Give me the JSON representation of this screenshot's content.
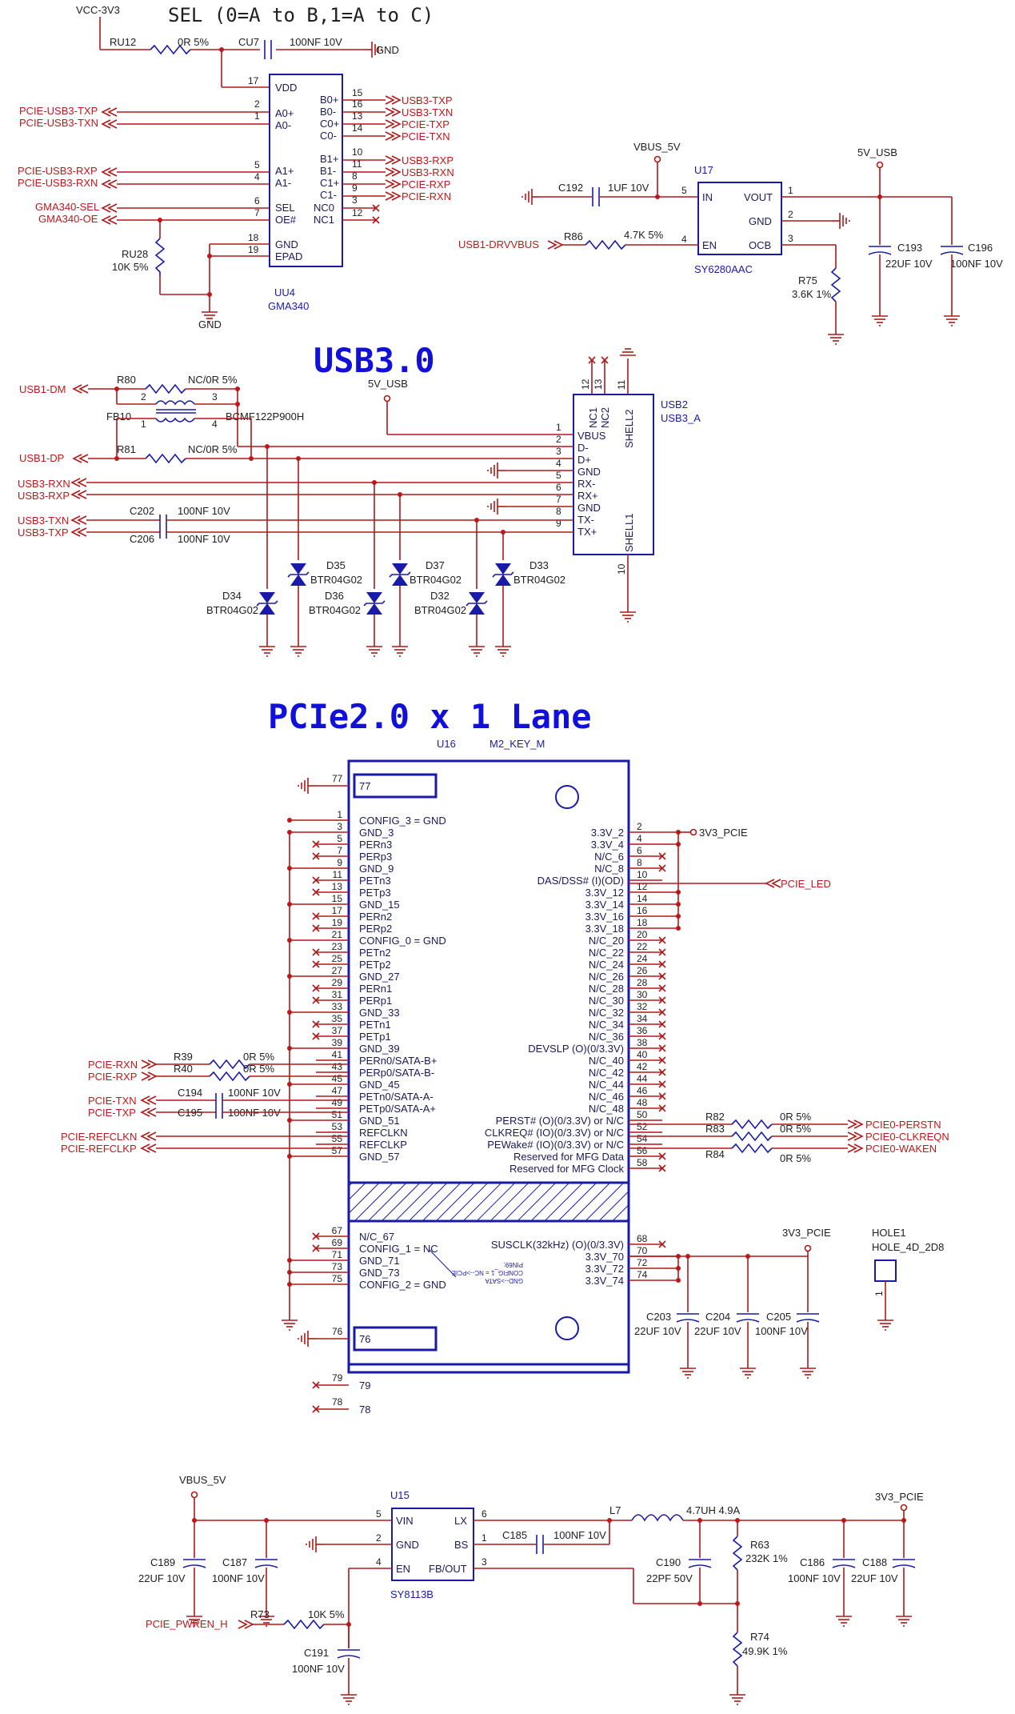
{
  "sel_note": "SEL (0=A to B,1=A to C)",
  "sec_usb3": "USB3.0",
  "sec_pcie": "PCIe2.0 x 1 Lane",
  "gma340": {
    "vcc": "VCC-3V3",
    "ru12": "RU12",
    "ru12_val": "0R 5%",
    "cu7": "CU7",
    "cu7_val": "100NF 10V",
    "gnd": "GND",
    "ref": "UU4",
    "part": "GMA340",
    "ru28": "RU28",
    "ru28_val": "10K 5%",
    "gnd2": "GND",
    "left_pins": [
      {
        "num": "17",
        "name": "VDD"
      },
      {
        "num": "2",
        "name": "A0+"
      },
      {
        "num": "1",
        "name": "A0-"
      },
      {
        "num": "5",
        "name": "A1+"
      },
      {
        "num": "4",
        "name": "A1-"
      },
      {
        "num": "6",
        "name": "SEL"
      },
      {
        "num": "7",
        "name": "OE#"
      },
      {
        "num": "18",
        "name": "GND"
      },
      {
        "num": "19",
        "name": "EPAD"
      }
    ],
    "right_pins": [
      {
        "num": "15",
        "name": "B0+",
        "net": "USB3-TXP"
      },
      {
        "num": "16",
        "name": "B0-",
        "net": "USB3-TXN"
      },
      {
        "num": "13",
        "name": "C0+",
        "net": "PCIE-TXP"
      },
      {
        "num": "14",
        "name": "C0-",
        "net": "PCIE-TXN"
      },
      {
        "num": "10",
        "name": "B1+",
        "net": "USB3-RXP"
      },
      {
        "num": "11",
        "name": "B1-",
        "net": "USB3-RXN"
      },
      {
        "num": "8",
        "name": "C1+",
        "net": "PCIE-RXP"
      },
      {
        "num": "9",
        "name": "C1-",
        "net": "PCIE-RXN"
      },
      {
        "num": "3",
        "name": "NC0",
        "net": ""
      },
      {
        "num": "12",
        "name": "NC1",
        "net": ""
      }
    ],
    "left_nets": [
      "PCIE-USB3-TXP",
      "PCIE-USB3-TXN",
      "PCIE-USB3-RXP",
      "PCIE-USB3-RXN",
      "GMA340-SEL",
      "GMA340-OE"
    ]
  },
  "sy6280": {
    "vbus": "VBUS_5V",
    "vusb": "5V_USB",
    "ref": "U17",
    "part": "SY6280AAC",
    "c192": "C192",
    "c192_val": "1UF 10V",
    "r86": "R86",
    "r86_val": "4.7K 5%",
    "net_en": "USB1-DRVVBUS",
    "r75": "R75",
    "r75_val": "3.6K 1%",
    "c193": "C193",
    "c193_val": "22UF 10V",
    "c196": "C196",
    "c196_val": "100NF 10V",
    "pins": [
      {
        "num": "5",
        "name": "IN"
      },
      {
        "num": "4",
        "name": "EN"
      },
      {
        "num": "1",
        "name": "VOUT"
      },
      {
        "num": "2",
        "name": "GND"
      },
      {
        "num": "3",
        "name": "OCB"
      }
    ]
  },
  "usb3": {
    "vusb": "5V_USB",
    "r80": "R80",
    "r80_val": "NC/0R 5%",
    "r81": "R81",
    "r81_val": "NC/0R 5%",
    "fb10": "FB10",
    "fb10_val": "BCMF122P900H",
    "fb_pins": [
      "2",
      "3",
      "1",
      "4"
    ],
    "ref": "USB2",
    "part": "USB3_A",
    "nets": [
      "USB1-DM",
      "USB1-DP",
      "USB3-RXN",
      "USB3-RXP",
      "USB3-TXN",
      "USB3-TXP"
    ],
    "c202": "C202",
    "c202_val": "100NF 10V",
    "c206": "C206",
    "c206_val": "100NF 10V",
    "pins": [
      {
        "num": "1",
        "name": "VBUS"
      },
      {
        "num": "2",
        "name": "D-"
      },
      {
        "num": "3",
        "name": "D+"
      },
      {
        "num": "4",
        "name": "GND"
      },
      {
        "num": "5",
        "name": "RX-"
      },
      {
        "num": "6",
        "name": "RX+"
      },
      {
        "num": "7",
        "name": "GND"
      },
      {
        "num": "8",
        "name": "TX-"
      },
      {
        "num": "9",
        "name": "TX+"
      }
    ],
    "top_pins": [
      {
        "num": "12",
        "name": "NC1"
      },
      {
        "num": "13",
        "name": "NC2"
      },
      {
        "num": "11",
        "name": "SHELL2"
      }
    ],
    "shell1": "SHELL1",
    "shell1_pin": "10",
    "diodes": [
      {
        "ref": "D34",
        "val": "BTR04G02"
      },
      {
        "ref": "D35",
        "val": "BTR04G02"
      },
      {
        "ref": "D36",
        "val": "BTR04G02"
      },
      {
        "ref": "D37",
        "val": "BTR04G02"
      },
      {
        "ref": "D32",
        "val": "BTR04G02"
      },
      {
        "ref": "D33",
        "val": "BTR04G02"
      }
    ]
  },
  "m2": {
    "ref": "U16",
    "part": "M2_KEY_M",
    "pin77": "77",
    "pin76": "76",
    "pin79": "79",
    "pin78": "78",
    "left_pins": [
      {
        "num": "1",
        "name": "CONFIG_3 = GND"
      },
      {
        "num": "3",
        "name": "GND_3"
      },
      {
        "num": "5",
        "name": "PERn3"
      },
      {
        "num": "7",
        "name": "PERp3"
      },
      {
        "num": "9",
        "name": "GND_9"
      },
      {
        "num": "11",
        "name": "PETn3"
      },
      {
        "num": "13",
        "name": "PETp3"
      },
      {
        "num": "15",
        "name": "GND_15"
      },
      {
        "num": "17",
        "name": "PERn2"
      },
      {
        "num": "19",
        "name": "PERp2"
      },
      {
        "num": "21",
        "name": "CONFIG_0 = GND"
      },
      {
        "num": "23",
        "name": "PETn2"
      },
      {
        "num": "25",
        "name": "PETp2"
      },
      {
        "num": "27",
        "name": "GND_27"
      },
      {
        "num": "29",
        "name": "PERn1"
      },
      {
        "num": "31",
        "name": "PERp1"
      },
      {
        "num": "33",
        "name": "GND_33"
      },
      {
        "num": "35",
        "name": "PETn1"
      },
      {
        "num": "37",
        "name": "PETp1"
      },
      {
        "num": "39",
        "name": "GND_39"
      },
      {
        "num": "41",
        "name": "PERn0/SATA-B+"
      },
      {
        "num": "43",
        "name": "PERp0/SATA-B-"
      },
      {
        "num": "45",
        "name": "GND_45"
      },
      {
        "num": "47",
        "name": "PETn0/SATA-A-"
      },
      {
        "num": "49",
        "name": "PETp0/SATA-A+"
      },
      {
        "num": "51",
        "name": "GND_51"
      },
      {
        "num": "53",
        "name": "REFCLKN"
      },
      {
        "num": "55",
        "name": "REFCLKP"
      },
      {
        "num": "57",
        "name": "GND_57"
      }
    ],
    "right_pins": [
      {
        "num": "2",
        "name": "3.3V_2"
      },
      {
        "num": "4",
        "name": "3.3V_4"
      },
      {
        "num": "6",
        "name": "N/C_6"
      },
      {
        "num": "8",
        "name": "N/C_8"
      },
      {
        "num": "10",
        "name": "DAS/DSS# (I)(OD)"
      },
      {
        "num": "12",
        "name": "3.3V_12"
      },
      {
        "num": "14",
        "name": "3.3V_14"
      },
      {
        "num": "16",
        "name": "3.3V_16"
      },
      {
        "num": "18",
        "name": "3.3V_18"
      },
      {
        "num": "20",
        "name": "N/C_20"
      },
      {
        "num": "22",
        "name": "N/C_22"
      },
      {
        "num": "24",
        "name": "N/C_24"
      },
      {
        "num": "26",
        "name": "N/C_26"
      },
      {
        "num": "28",
        "name": "N/C_28"
      },
      {
        "num": "30",
        "name": "N/C_30"
      },
      {
        "num": "32",
        "name": "N/C_32"
      },
      {
        "num": "34",
        "name": "N/C_34"
      },
      {
        "num": "36",
        "name": "N/C_36"
      },
      {
        "num": "38",
        "name": "DEVSLP (O)(0/3.3V)"
      },
      {
        "num": "40",
        "name": "N/C_40"
      },
      {
        "num": "42",
        "name": "N/C_42"
      },
      {
        "num": "44",
        "name": "N/C_44"
      },
      {
        "num": "46",
        "name": "N/C_46"
      },
      {
        "num": "48",
        "name": "N/C_48"
      },
      {
        "num": "50",
        "name": "PERST# (O)(0/3.3V) or N/C"
      },
      {
        "num": "52",
        "name": "CLKREQ# (IO)(0/3.3V) or N/C"
      },
      {
        "num": "54",
        "name": "PEWake# (IO)(0/3.3V) or N/C"
      },
      {
        "num": "56",
        "name": "Reserved for MFG Data"
      },
      {
        "num": "58",
        "name": "Reserved for MFG Clock"
      }
    ],
    "lower_left": [
      {
        "num": "67",
        "name": "N/C_67"
      },
      {
        "num": "69",
        "name": "CONFIG_1 = NC"
      },
      {
        "num": "71",
        "name": "GND_71"
      },
      {
        "num": "73",
        "name": "GND_73"
      },
      {
        "num": "75",
        "name": "CONFIG_2 = GND"
      }
    ],
    "lower_right": [
      {
        "num": "68",
        "name": "SUSCLK(32kHz) (O)(0/3.3V)"
      },
      {
        "num": "70",
        "name": "3.3V_70"
      },
      {
        "num": "72",
        "name": "3.3V_72"
      },
      {
        "num": "74",
        "name": "3.3V_74"
      }
    ],
    "note_lines": [
      "PIN69:",
      "CONFIG_1 = NC-->PCIE",
      "GND-->SATA"
    ],
    "net_3v3": "3V3_PCIE",
    "net_led": "PCIE_LED",
    "r39": "R39",
    "r39_val": "0R 5%",
    "r40": "R40",
    "r40_val": "0R 5%",
    "c194": "C194",
    "c194_val": "100NF 10V",
    "c195": "C195",
    "c195_val": "100NF 10V",
    "left_nets": [
      "PCIE-RXN",
      "PCIE-RXP",
      "PCIE-TXN",
      "PCIE-TXP",
      "PCIE-REFCLKN",
      "PCIE-REFCLKP"
    ],
    "r82": "R82",
    "r82_val": "0R 5%",
    "r83": "R83",
    "r83_val": "0R 5%",
    "r84": "R84",
    "r84_val": "0R 5%",
    "right_nets": [
      "PCIE0-PERSTN",
      "PCIE0-CLKREQN",
      "PCIE0-WAKEN"
    ],
    "net_3v3b": "3V3_PCIE",
    "c203": "C203",
    "c203_val": "22UF 10V",
    "c204": "C204",
    "c204_val": "22UF 10V",
    "c205": "C205",
    "c205_val": "100NF 10V",
    "hole": "HOLE1",
    "hole_val": "HOLE_4D_2D8",
    "hole_pin": "1"
  },
  "sy8113": {
    "vbus": "VBUS_5V",
    "ref": "U15",
    "part": "SY8113B",
    "c189": "C189",
    "c189_val": "22UF 10V",
    "c187": "C187",
    "c187_val": "100NF 10V",
    "pins": [
      {
        "num": "5",
        "name": "VIN"
      },
      {
        "num": "2",
        "name": "GND"
      },
      {
        "num": "4",
        "name": "EN"
      },
      {
        "num": "6",
        "name": "LX"
      },
      {
        "num": "1",
        "name": "BS"
      },
      {
        "num": "3",
        "name": "FB/OUT"
      }
    ],
    "c185": "C185",
    "c185_val": "100NF 10V",
    "l7": "L7",
    "l7_val": "4.7UH 4.9A",
    "c190": "C190",
    "c190_val": "22PF 50V",
    "r63": "R63",
    "r63_val": "232K 1%",
    "r74": "R74",
    "r74_val": "49.9K 1%",
    "c186": "C186",
    "c186_val": "100NF 10V",
    "c188": "C188",
    "c188_val": "22UF 10V",
    "v3": "3V3_PCIE",
    "net_en": "PCIE_PWREN_H",
    "r73": "R73",
    "r73_val": "10K 5%",
    "c191": "C191",
    "c191_val": "100NF 10V"
  }
}
